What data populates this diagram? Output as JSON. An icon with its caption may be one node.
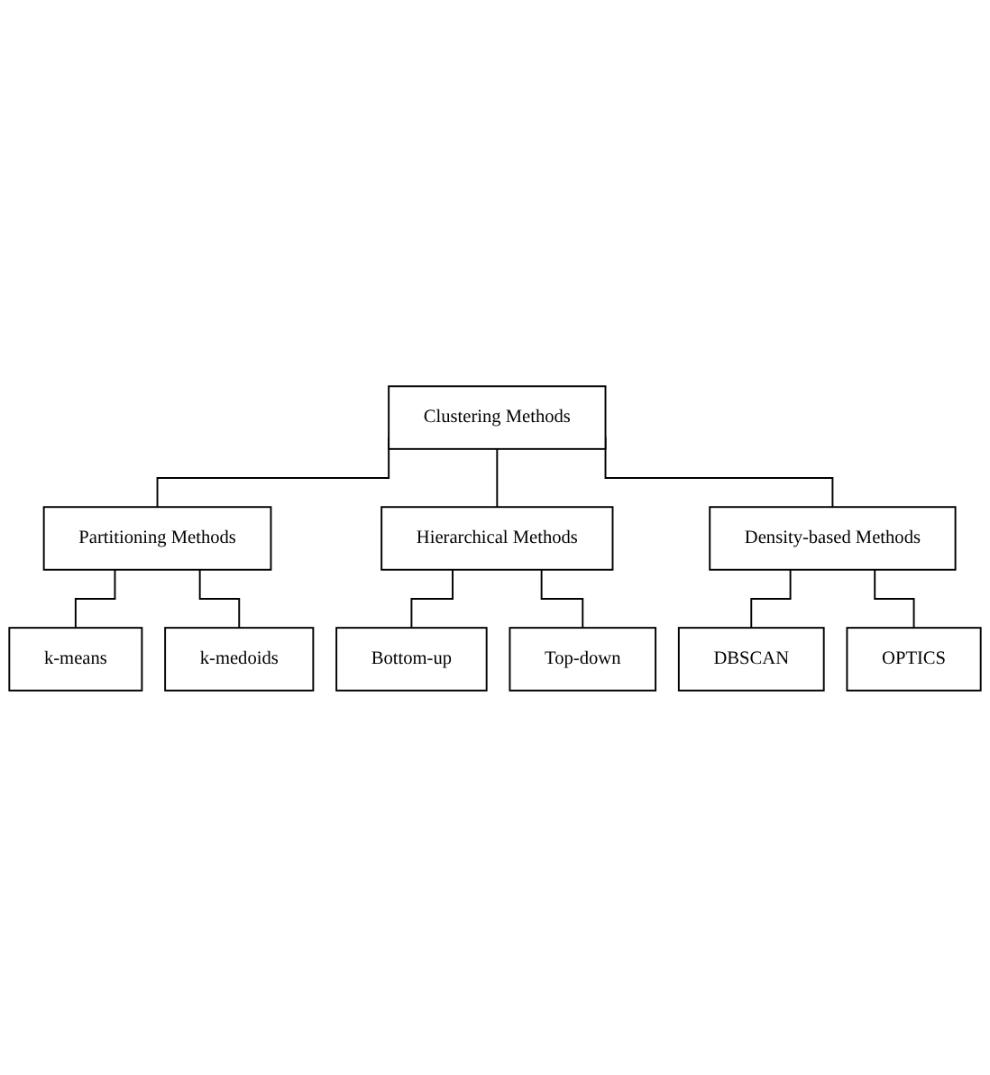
{
  "diagram": {
    "nodes": [
      {
        "text": [
          "Clustering Methods"
        ]
      },
      {
        "text": [
          "Partitioning Methods"
        ]
      },
      {
        "text": [
          "Hierarchical Methods"
        ]
      },
      {
        "text": [
          "Density-based Methods"
        ]
      },
      {
        "text": [
          "k-means"
        ]
      },
      {
        "text": [
          "k-medoids"
        ]
      },
      {
        "text": [
          "Bottom-up"
        ]
      },
      {
        "text": [
          "Top-down"
        ]
      },
      {
        "text": [
          "DBSCAN"
        ]
      },
      {
        "text": [
          "OPTICS"
        ]
      }
    ],
    "edges": [
      {
        "from": 0,
        "to": 1,
        "arrow": "none"
      },
      {
        "from": 0,
        "to": 2,
        "arrow": "none"
      },
      {
        "from": 0,
        "to": 3,
        "arrow": "none"
      },
      {
        "from": 1,
        "to": 4,
        "arrow": "none"
      },
      {
        "from": 1,
        "to": 5,
        "arrow": "none"
      },
      {
        "from": 2,
        "to": 6,
        "arrow": "none"
      },
      {
        "from": 2,
        "to": 7,
        "arrow": "none"
      },
      {
        "from": 3,
        "to": 8,
        "arrow": "none"
      },
      {
        "from": 3,
        "to": 9,
        "arrow": "none"
      }
    ]
  }
}
